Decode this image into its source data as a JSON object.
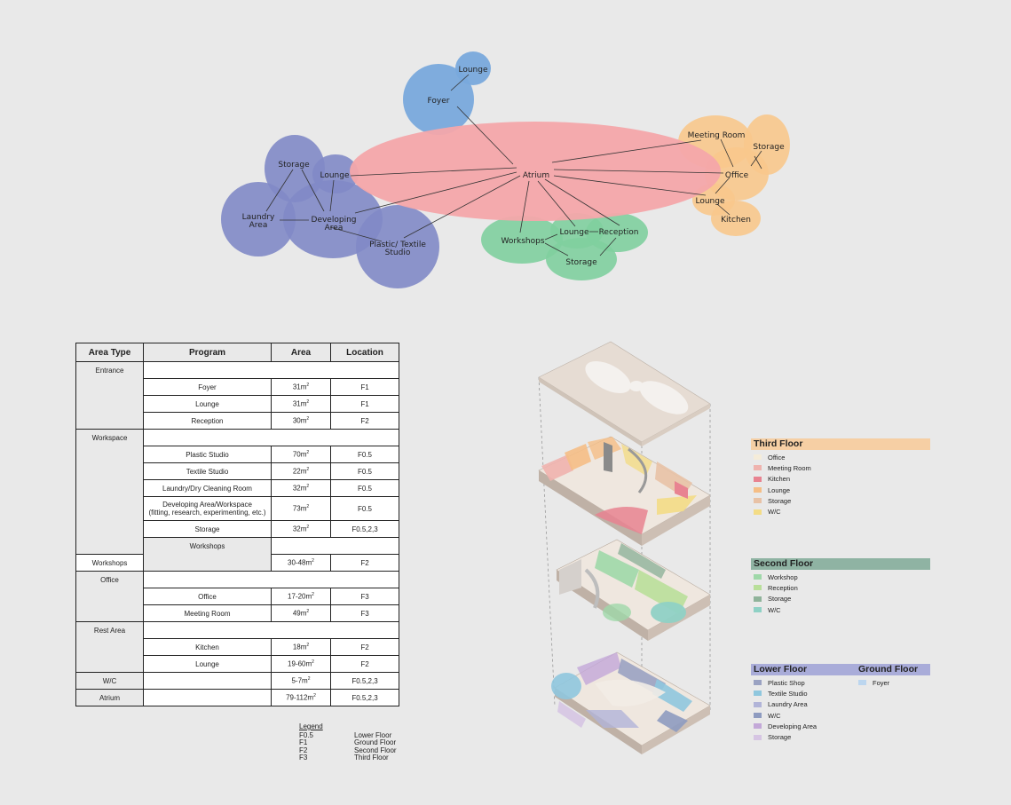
{
  "bubbles": {
    "atrium": "Atrium",
    "foyer": "Foyer",
    "lounge_top": "Lounge",
    "storage_left": "Storage",
    "lounge_left": "Lounge",
    "laundry_line1": "Laundry",
    "laundry_line2": "Area",
    "developing_line1": "Developing",
    "developing_line2": "Area",
    "plastic_line1": "Plastic/ Textile",
    "plastic_line2": "Studio",
    "workshops": "Workshops",
    "lounge_green": "Lounge",
    "reception": "Reception",
    "storage_green": "Storage",
    "meeting_room": "Meeting Room",
    "storage_orange": "Storage",
    "office": "Office",
    "lounge_orange": "Lounge",
    "kitchen": "Kitchen",
    "colors": {
      "atrium": "#f4a6aa",
      "foyer": "#79a9dc",
      "lower": "#8189c6",
      "second": "#7fcf9f",
      "third": "#f8c88c"
    }
  },
  "table": {
    "headers": [
      "Area Type",
      "Program",
      "Area",
      "Location"
    ],
    "entrance": "Entrance",
    "workspace": "Workspace",
    "workshops": "Workshops",
    "office": "Office",
    "rest_area": "Rest Area",
    "wc": "W/C",
    "atrium": "Atrium",
    "rows": [
      {
        "program": "Foyer",
        "area": "31m",
        "location": "F1"
      },
      {
        "program": "Lounge",
        "area": "31m",
        "location": "F1"
      },
      {
        "program": "Reception",
        "area": "30m",
        "location": "F2"
      },
      {
        "program": "Plastic Studio",
        "area": "70m",
        "location": "F0.5"
      },
      {
        "program": "Textile Studio",
        "area": "22m",
        "location": "F0.5"
      },
      {
        "program": "Laundry/Dry Cleaning Room",
        "area": "32m",
        "location": "F0.5"
      },
      {
        "program": "Developing Area/Workspace",
        "program2": "(fitting, research, experimenting, etc.)",
        "area": "73m",
        "location": "F0.5"
      },
      {
        "program": "Storage",
        "area": "32m",
        "location": "F0.5,2,3"
      },
      {
        "program": "Workshops",
        "area": "30-48m",
        "location": "F2"
      },
      {
        "program": "Office",
        "area": "17-20m",
        "location": "F3"
      },
      {
        "program": "Meeting Room",
        "area": "49m",
        "location": "F3"
      },
      {
        "program": "Kitchen",
        "area": "18m",
        "location": "F2"
      },
      {
        "program": "Lounge",
        "area": "19-60m",
        "location": "F2"
      },
      {
        "program": "",
        "area": "5-7m",
        "location": "F0.5,2,3"
      },
      {
        "program": "",
        "area": "79-112m",
        "location": "F0.5,2,3"
      }
    ],
    "sup": "2"
  },
  "table_legend": {
    "title": "Legend",
    "items": [
      {
        "code": "F0.5",
        "name": "Lower Floor"
      },
      {
        "code": "F1",
        "name": "Ground Floor"
      },
      {
        "code": "F2",
        "name": "Second Floor"
      },
      {
        "code": "F3",
        "name": "Third Floor"
      }
    ]
  },
  "floor_keys": {
    "third": {
      "title": "Third Floor",
      "color": "#f6cfa4",
      "items": [
        {
          "label": "Office",
          "color": "#f5ecd9"
        },
        {
          "label": "Meeting Room",
          "color": "#efb3ae"
        },
        {
          "label": "Kitchen",
          "color": "#e88391"
        },
        {
          "label": "Lounge",
          "color": "#f5be86"
        },
        {
          "label": "Storage",
          "color": "#e8c2a6"
        },
        {
          "label": "W/C",
          "color": "#f3dc86"
        }
      ]
    },
    "second": {
      "title": "Second Floor",
      "color": "#8fb3a3",
      "items": [
        {
          "label": "Workshop",
          "color": "#9fd8a9"
        },
        {
          "label": "Reception",
          "color": "#b9df9a"
        },
        {
          "label": "Storage",
          "color": "#8fb39a"
        },
        {
          "label": "W/C",
          "color": "#8fd1c5"
        }
      ]
    },
    "lower": {
      "title": "Lower Floor",
      "color": "#a9acd9",
      "items": [
        {
          "label": "Plastic Shop",
          "color": "#9aa2c2"
        },
        {
          "label": "Textile Studio",
          "color": "#8fc7de"
        },
        {
          "label": "Laundry Area",
          "color": "#b1b4d8"
        },
        {
          "label": "W/C",
          "color": "#8e9bc0"
        },
        {
          "label": "Developing Area",
          "color": "#c3a8d8"
        },
        {
          "label": "Storage",
          "color": "#d6c5e3"
        }
      ]
    },
    "ground": {
      "title": "Ground Floor",
      "color": "#a9acd9",
      "items": [
        {
          "label": "Foyer",
          "color": "#bcd6ef"
        }
      ]
    }
  }
}
